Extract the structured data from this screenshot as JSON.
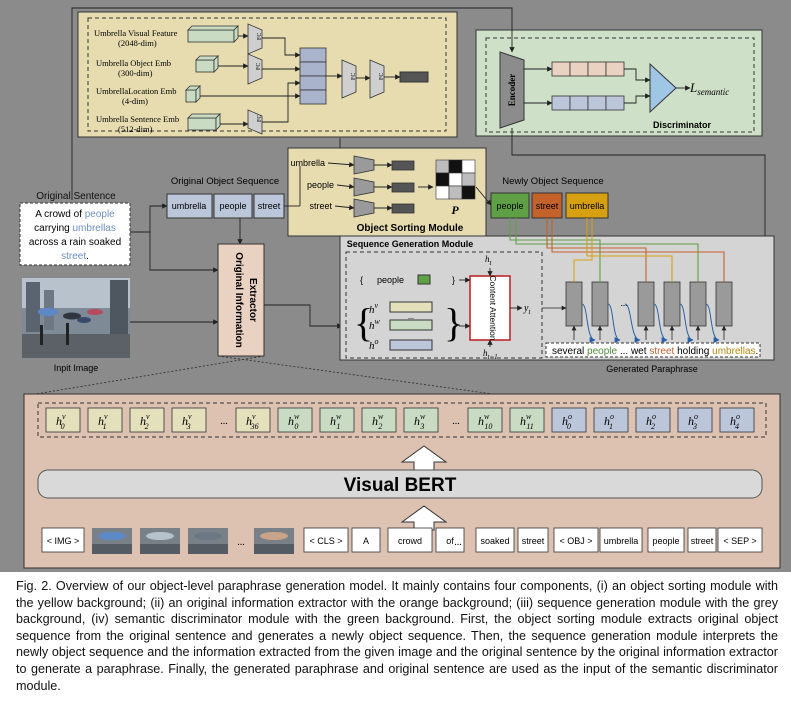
{
  "feature_panel": {
    "inputs": [
      "Umbrella Visual Feature",
      "(2048-dim)",
      "Umbrella Object Emb",
      "(300-dim)",
      "UmbrellaLocation Emb",
      "(4-dim)",
      "Umbrella Sentence Emb",
      "(512-dim)"
    ],
    "fc_label": "FC"
  },
  "discriminator": {
    "encoder": "Encoder",
    "loss": "L",
    "loss_sub": "semantic",
    "label": "Discriminator"
  },
  "original_sentence": {
    "title": "Original Sentence",
    "line1_a": "A crowd of ",
    "line1_b": "people",
    "line2_a": "carrying ",
    "line2_b": "umbrellas",
    "line3": "across a rain soaked",
    "line4_a": "street",
    "line4_b": "."
  },
  "original_object_sequence": {
    "title": "Original Object Sequence",
    "items": [
      "umbrella",
      "people",
      "street"
    ]
  },
  "sorting_module": {
    "inputs": [
      "umbrella",
      "people",
      "street"
    ],
    "matrix": "P",
    "label": "Object Sorting Module"
  },
  "new_object_sequence": {
    "title": "Newly Object Sequence",
    "items": [
      "people",
      "street",
      "umbrella"
    ]
  },
  "extractor": {
    "label_line1": "Original Information",
    "label_line2": "Extractor"
  },
  "input_image": {
    "label": "Inpit Image"
  },
  "sequence_generation": {
    "title": "Sequence Generation Module",
    "object_token": "people",
    "h_labels": [
      "h",
      "h",
      "h"
    ],
    "h_sups": [
      "v",
      "w",
      "o"
    ],
    "dots": "...",
    "attention": "Content Attention",
    "h_t": "h",
    "h_t_sub": "t",
    "h_prev": "h",
    "h_prev_sub": "t−1",
    "y_t": "y",
    "y_t_sub": "t"
  },
  "generated_paraphrase": {
    "words": [
      "several",
      "people",
      "... wet",
      "street",
      "holding",
      "umbrellas",
      "."
    ],
    "label": "Generated Paraphrase",
    "dots": "..."
  },
  "bert": {
    "hidden": [
      {
        "b": "h",
        "sup": "v",
        "sub": "0"
      },
      {
        "b": "h",
        "sup": "v",
        "sub": "1"
      },
      {
        "b": "h",
        "sup": "v",
        "sub": "2"
      },
      {
        "b": "h",
        "sup": "v",
        "sub": "3"
      },
      {
        "b": "...",
        "sup": "",
        "sub": ""
      },
      {
        "b": "h",
        "sup": "v",
        "sub": "36"
      },
      {
        "b": "h",
        "sup": "w",
        "sub": "0"
      },
      {
        "b": "h",
        "sup": "w",
        "sub": "1"
      },
      {
        "b": "h",
        "sup": "w",
        "sub": "2"
      },
      {
        "b": "h",
        "sup": "w",
        "sub": "3"
      },
      {
        "b": "...",
        "sup": "",
        "sub": ""
      },
      {
        "b": "h",
        "sup": "w",
        "sub": "10"
      },
      {
        "b": "h",
        "sup": "w",
        "sub": "11"
      },
      {
        "b": "h",
        "sup": "o",
        "sub": "0"
      },
      {
        "b": "h",
        "sup": "o",
        "sub": "1"
      },
      {
        "b": "h",
        "sup": "o",
        "sub": "2"
      },
      {
        "b": "h",
        "sup": "o",
        "sub": "3"
      },
      {
        "b": "h",
        "sup": "o",
        "sub": "4"
      }
    ],
    "title": "Visual BERT",
    "tokens": [
      "< IMG >",
      "...",
      "< CLS >",
      "A",
      "crowd",
      "of",
      "...",
      "soaked",
      "street",
      "< OBJ >",
      "umbrella",
      "people",
      "street",
      "< SEP >"
    ]
  },
  "caption": "Fig. 2.  Overview of our object-level paraphrase generation model. It mainly contains four components, (i) an object sorting module with the yellow background; (ii) an original information extractor with the orange background; (iii) sequence generation module with the grey background, (iv) semantic discriminator module with the green background. First, the object sorting module extracts original object sequence from the original sentence and generates a newly object sequence. Then, the sequence generation module interprets the newly object sequence and the information extracted from the given image and the original sentence by the original information extractor to generate a paraphrase. Finally, the generated paraphrase and original sentence are used as the input of the semantic discriminator module.",
  "colors": {
    "yellow_bg": "#e6dcb0",
    "green_bg": "#cfe0c8",
    "grey_bg": "#d4d4d4",
    "orange_bg": "#ead2c2",
    "vis_box": "#e4e0bc",
    "word_box": "#c9dcc3",
    "obj_box": "#bcc6da",
    "text_blue": "#6f8fc1",
    "text_green": "#4f8a3a",
    "text_orange": "#c4622c",
    "text_gold": "#b58a12"
  }
}
